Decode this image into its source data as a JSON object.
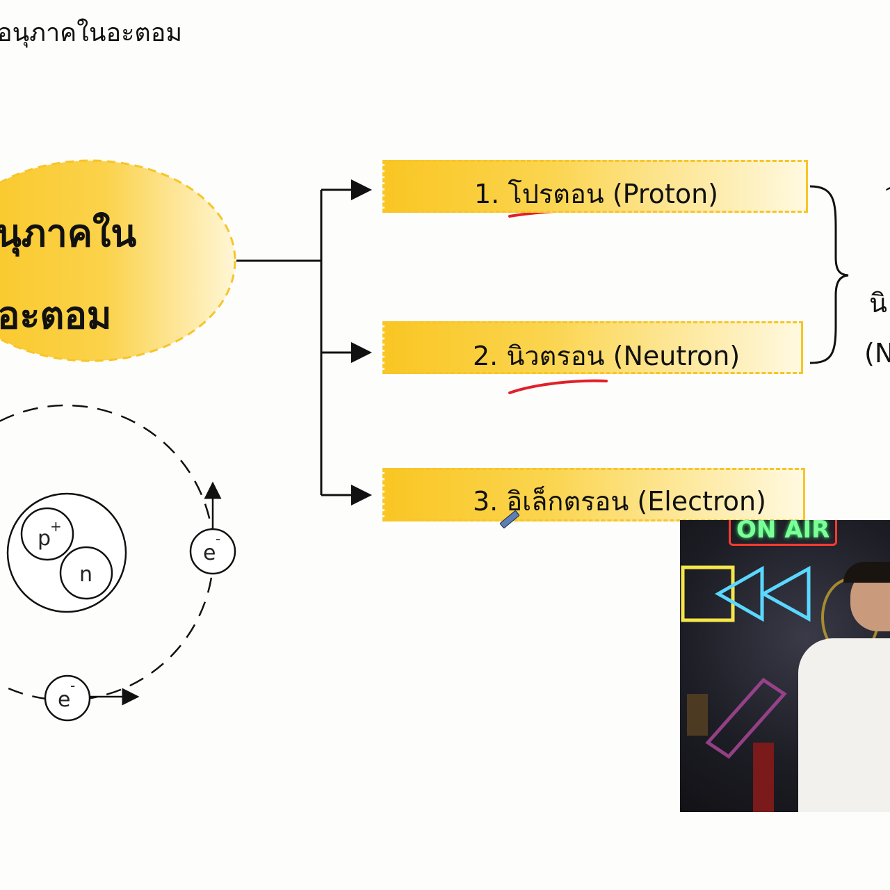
{
  "slide": {
    "title": "อนุภาคในอะตอม",
    "center_label_line1": "นุภาคใน",
    "center_label_line2": "อะตอม",
    "particles": [
      {
        "label": "1. โปรตอน (Proton)"
      },
      {
        "label": "2. นิวตรอน (Neutron)"
      },
      {
        "label": "3. อิเล็กตรอน (Electron)"
      }
    ],
    "right_partial": [
      "ว",
      "นิ",
      "(N"
    ],
    "atom": {
      "proton": "p",
      "proton_charge": "+",
      "neutron": "n",
      "electron": "e",
      "electron_charge": "-"
    }
  },
  "webcam": {
    "sign": "ON AIR"
  },
  "colors": {
    "highlight": "#f9c623",
    "underline": "#e0202a"
  }
}
